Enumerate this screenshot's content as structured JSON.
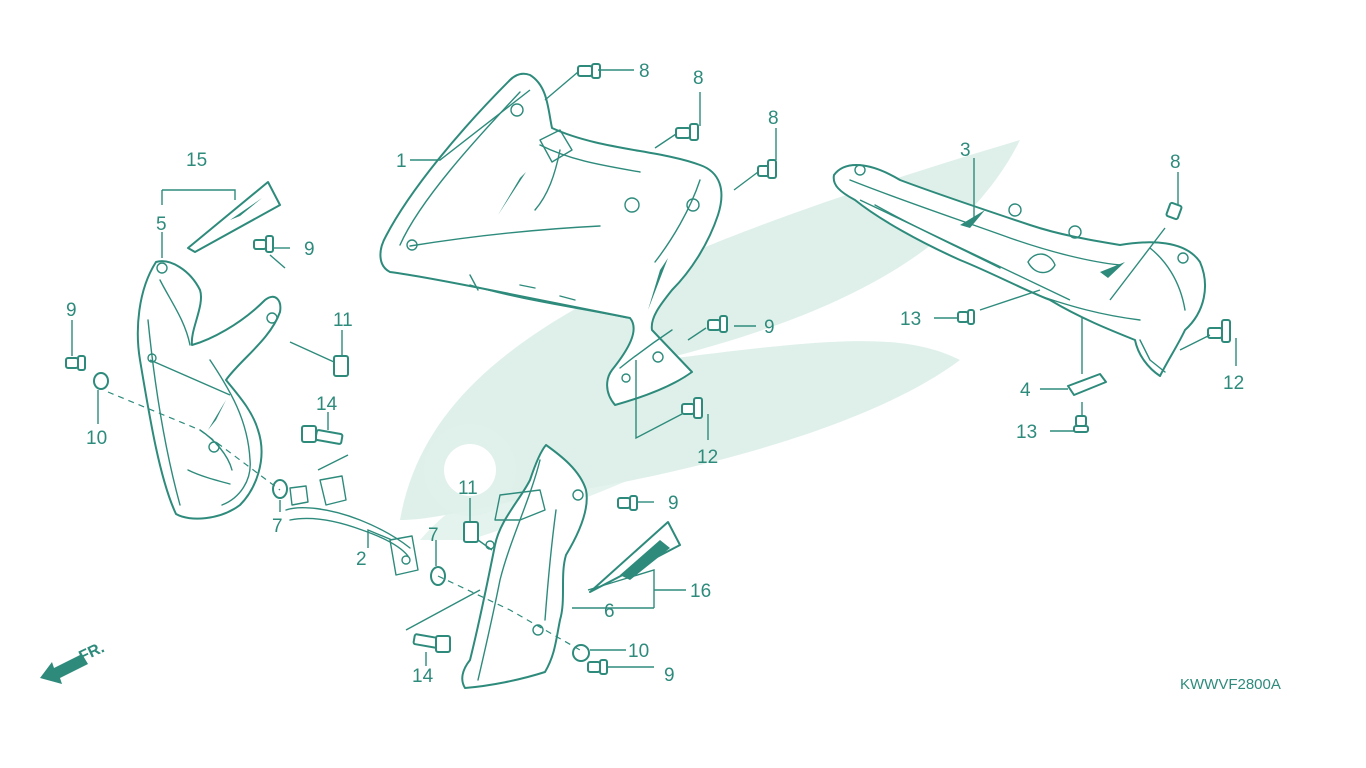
{
  "diagram": {
    "callouts": {
      "c1": "1",
      "c2": "2",
      "c3": "3",
      "c4": "4",
      "c5": "5",
      "c6": "6",
      "c7a": "7",
      "c7b": "7",
      "c8a": "8",
      "c8b": "8",
      "c8c": "8",
      "c8d": "8",
      "c9a": "9",
      "c9b": "9",
      "c9c": "9",
      "c9d": "9",
      "c9e": "9",
      "c10a": "10",
      "c10b": "10",
      "c11a": "11",
      "c11b": "11",
      "c12a": "12",
      "c12b": "12",
      "c13a": "13",
      "c13b": "13",
      "c14a": "14",
      "c14b": "14",
      "c15": "15",
      "c16": "16"
    },
    "direction_label": "FR.",
    "diagram_code": "KWWVF2800A",
    "colors": {
      "line": "#2e8b7c",
      "watermark": "#dff0ea"
    }
  }
}
